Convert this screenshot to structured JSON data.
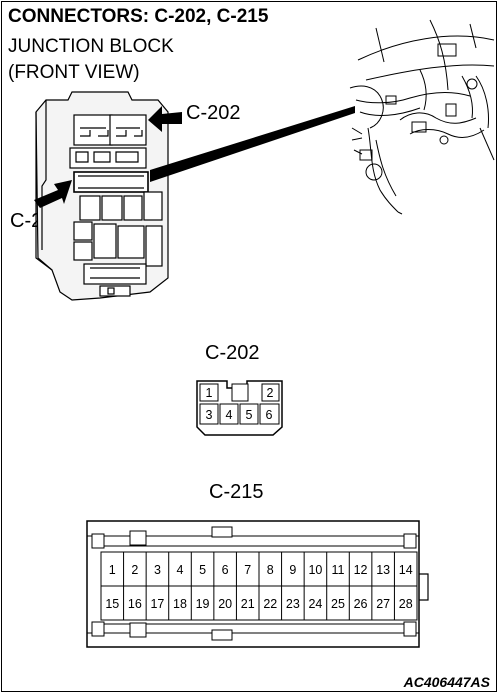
{
  "header": {
    "title": "CONNECTORS: C-202, C-215",
    "line1": "JUNCTION BLOCK",
    "line2": "(FRONT VIEW)"
  },
  "callouts": {
    "c202": "C-202",
    "c215": "C-215"
  },
  "connector_c202": {
    "label": "C-202",
    "top_pins": [
      "1",
      "2"
    ],
    "bottom_pins": [
      "3",
      "4",
      "5",
      "6"
    ]
  },
  "connector_c215": {
    "label": "C-215",
    "top_pins": [
      "1",
      "2",
      "3",
      "4",
      "5",
      "6",
      "7",
      "8",
      "9",
      "10",
      "11",
      "12",
      "13",
      "14"
    ],
    "bottom_pins": [
      "15",
      "16",
      "17",
      "18",
      "19",
      "20",
      "21",
      "22",
      "23",
      "24",
      "25",
      "26",
      "27",
      "28"
    ]
  },
  "reference_code": "AC406447AS"
}
